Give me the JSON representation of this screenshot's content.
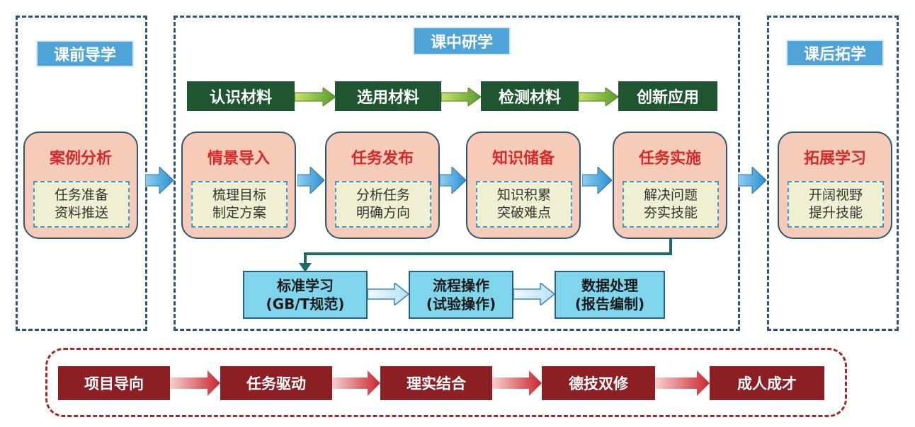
{
  "sections": {
    "pre": "课前导学",
    "mid": "课中研学",
    "post": "课后拓学"
  },
  "steps": [
    "认识材料",
    "选用材料",
    "检测材料",
    "创新应用"
  ],
  "cards": [
    {
      "title": "案例分析",
      "lines": [
        "任务准备",
        "资料推送"
      ]
    },
    {
      "title": "情景导入",
      "lines": [
        "梳理目标",
        "制定方案"
      ]
    },
    {
      "title": "任务发布",
      "lines": [
        "分析任务",
        "明确方向"
      ]
    },
    {
      "title": "知识储备",
      "lines": [
        "知识积累",
        "突破难点"
      ]
    },
    {
      "title": "任务实施",
      "lines": [
        "解决问题",
        "夯实技能"
      ]
    },
    {
      "title": "拓展学习",
      "lines": [
        "开阔视野",
        "提升技能"
      ]
    }
  ],
  "sub_steps": [
    {
      "line1": "标准学习",
      "line2": "(GB/T规范)"
    },
    {
      "line1": "流程操作",
      "line2": "(试验操作)"
    },
    {
      "line1": "数据处理",
      "line2": "(报告编制)"
    }
  ],
  "principles": [
    "项目导向",
    "任务驱动",
    "理实结合",
    "德技双修",
    "成人成才"
  ]
}
